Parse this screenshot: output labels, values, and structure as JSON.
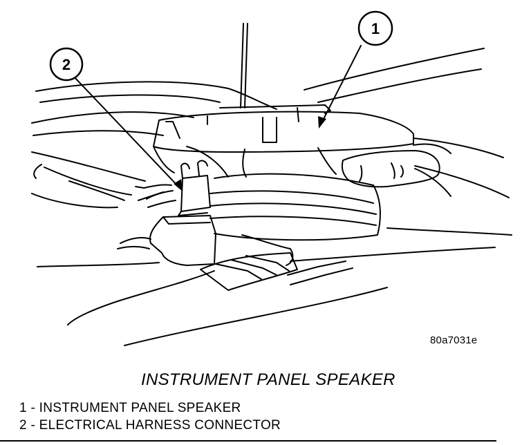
{
  "figure": {
    "id": "80a7031e",
    "title": "INSTRUMENT PANEL SPEAKER"
  },
  "callouts": [
    {
      "number": "1",
      "target": "instrument-panel-speaker"
    },
    {
      "number": "2",
      "target": "electrical-harness-connector"
    }
  ],
  "legend": [
    {
      "text": "1 - INSTRUMENT PANEL SPEAKER"
    },
    {
      "text": "2 - ELECTRICAL HARNESS CONNECTOR"
    }
  ]
}
